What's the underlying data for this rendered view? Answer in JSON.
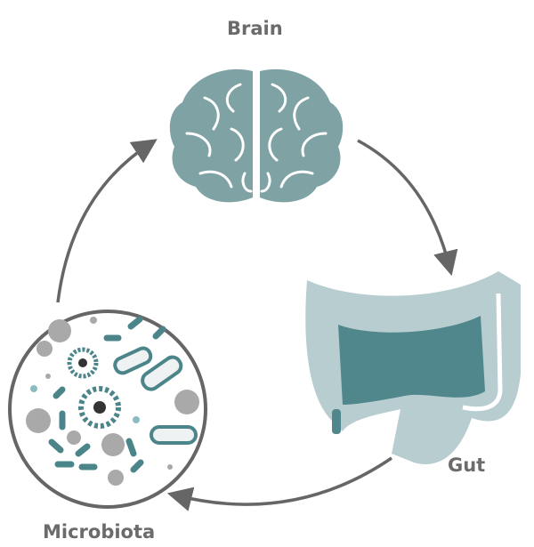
{
  "labels": {
    "brain": "Brain",
    "gut": "Gut",
    "microbiota": "Microbiota"
  },
  "colors": {
    "teal": "#4b858a",
    "brain": "#7fa2a5",
    "gut_light": "#b8cdd0",
    "gut_dark": "#4f878c",
    "arrow": "#666666",
    "gray_cell": "#a9a9a9"
  }
}
